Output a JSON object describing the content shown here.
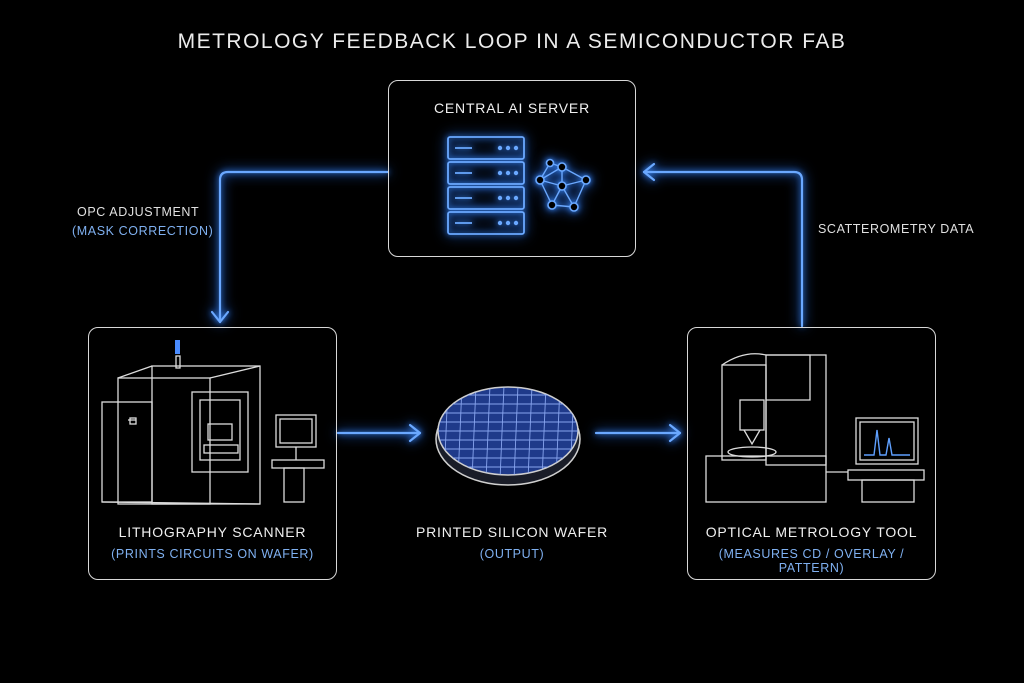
{
  "title": "METROLOGY FEEDBACK LOOP IN A SEMICONDUCTOR FAB",
  "nodes": {
    "server": {
      "label": "CENTRAL AI SERVER"
    },
    "litho": {
      "label": "LITHOGRAPHY SCANNER",
      "sub": "(PRINTS CIRCUITS ON WAFER)"
    },
    "wafer": {
      "label": "PRINTED SILICON WAFER",
      "sub": "(OUTPUT)"
    },
    "metro": {
      "label": "OPTICAL METROLOGY TOOL",
      "sub": "(MEASURES CD / OVERLAY / PATTERN)"
    }
  },
  "edges": {
    "opc": {
      "label": "OPC ADJUSTMENT",
      "sub": "(MASK CORRECTION)"
    },
    "scatter": {
      "label": "SCATTEROMETRY DATA"
    }
  },
  "colors": {
    "accent": "#5fa0ff",
    "line": "#d8d8d8",
    "background": "#000000"
  },
  "icons": [
    "server-rack-icon",
    "neural-network-icon",
    "lithography-machine-icon",
    "wafer-icon",
    "metrology-tool-icon"
  ]
}
